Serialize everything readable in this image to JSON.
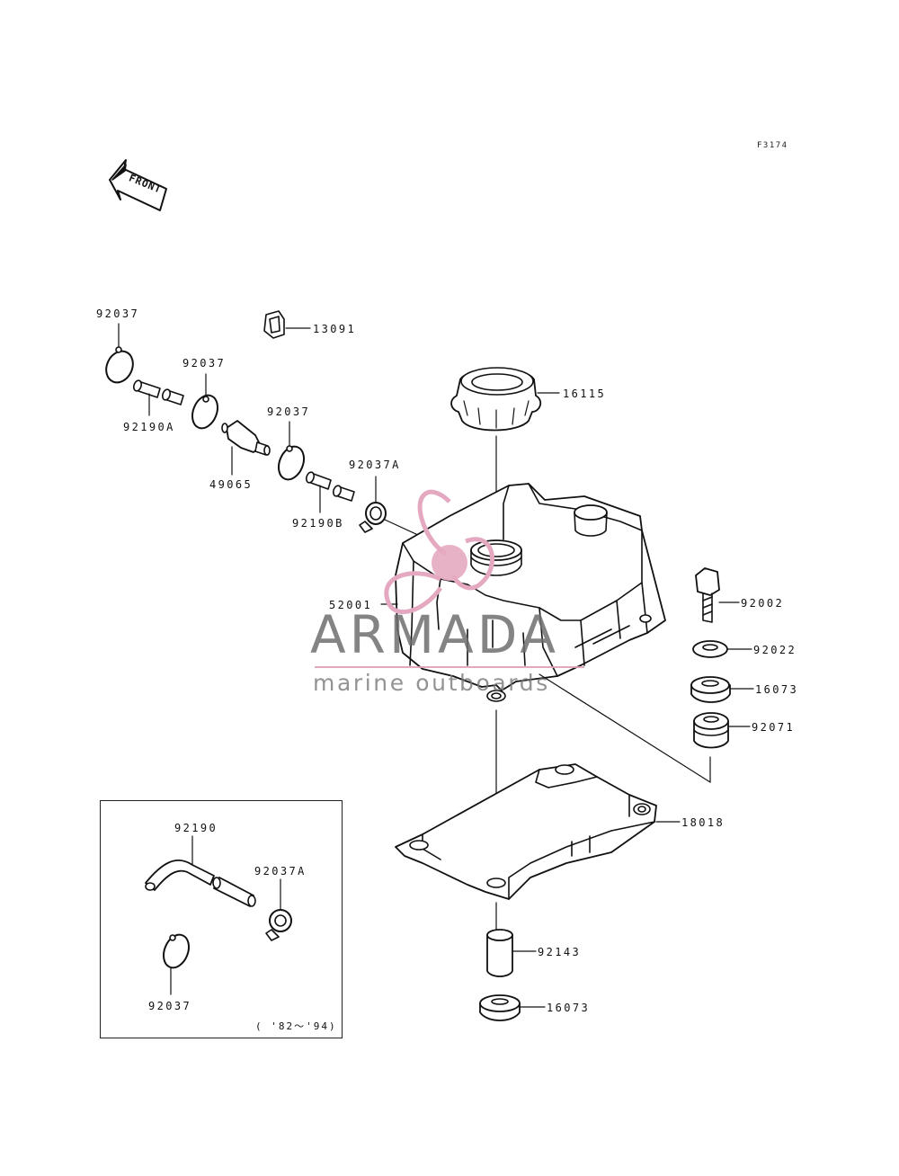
{
  "figure": {
    "code": "F3174",
    "front_label": "FRONT"
  },
  "parts": {
    "p92037_top": "92037",
    "p13091": "13091",
    "p92037_b": "92037",
    "p16115": "16115",
    "p92190A": "92190A",
    "p92037_c": "92037",
    "p49065": "49065",
    "p92037A": "92037A",
    "p92190B": "92190B",
    "p52001": "52001",
    "p92002": "92002",
    "p92022": "92022",
    "p16073_a": "16073",
    "p92071": "92071",
    "p18018": "18018",
    "p92143": "92143",
    "p16073_b": "16073"
  },
  "inset": {
    "p92190": "92190",
    "p92037A": "92037A",
    "p92037": "92037",
    "years": "( '82～'94)"
  },
  "watermark": {
    "brand": "ARMADA",
    "tagline": "marine outboards",
    "color": "#e4a9c0"
  }
}
